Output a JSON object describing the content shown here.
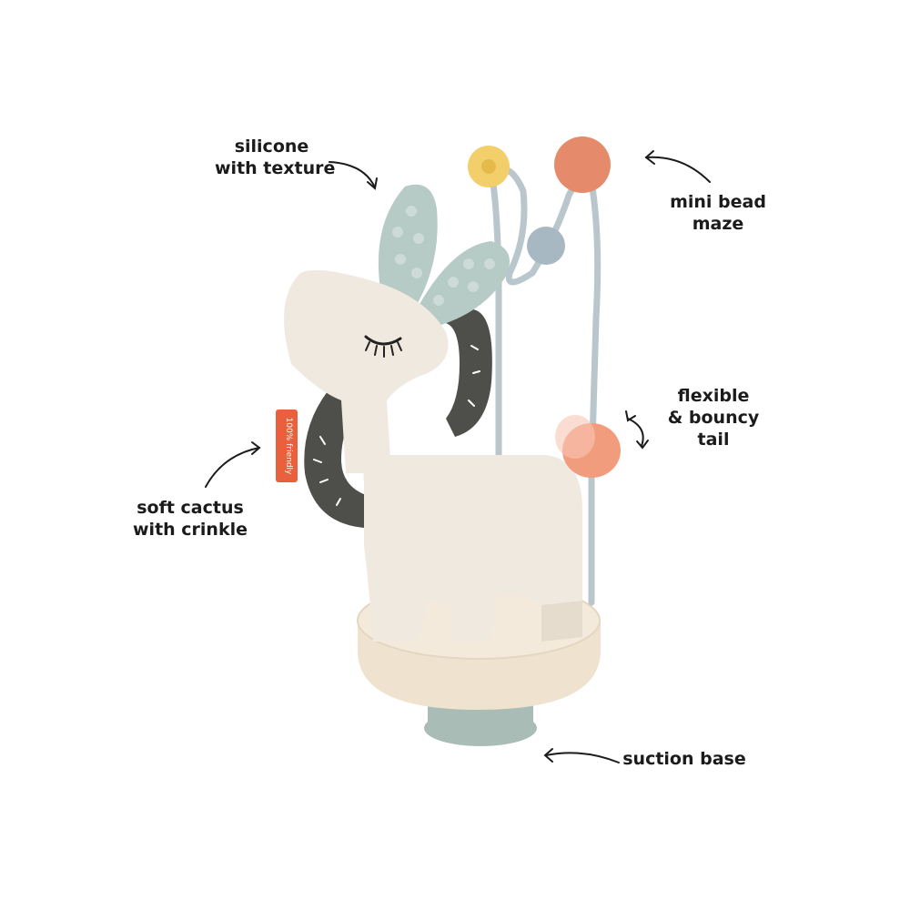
{
  "callouts": {
    "silicone": {
      "line1": "silicone",
      "line2": "with texture"
    },
    "bead_maze": {
      "line1": "mini bead",
      "line2": "maze"
    },
    "tail": {
      "line1": "flexible",
      "line2": "& bouncy",
      "line3": "tail"
    },
    "cactus": {
      "line1": "soft cactus",
      "line2": "with crinkle"
    },
    "suction": {
      "line1": "suction base"
    }
  },
  "tag_text": "100% friendly",
  "colors": {
    "wood": "#f0e9df",
    "wood_shadow": "#ded3c4",
    "base_wood": "#f1e4d2",
    "cactus": "#4e4f4a",
    "silicone": "#b6cac6",
    "bead_yellow": "#f2cf6a",
    "bead_coral": "#e58a6a",
    "bead_blue": "#a8b8c2",
    "wire": "#b9c6cc",
    "tail": "#f29c7e",
    "suction": "#a9bcb6",
    "tag": "#e9603c"
  }
}
